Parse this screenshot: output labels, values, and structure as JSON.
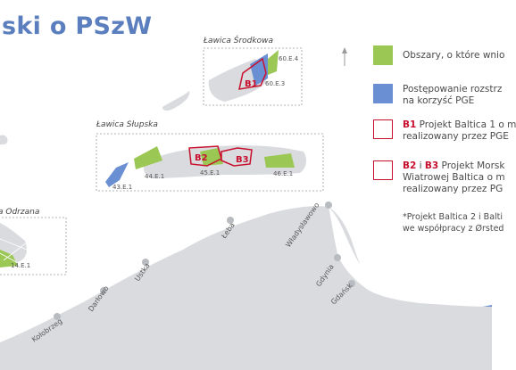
{
  "title": "ski o PSzW",
  "colors": {
    "green": "#9bc754",
    "blue": "#6b8fd3",
    "red": "#c8102e",
    "land": "#d9dbde",
    "title": "#5b7fbe"
  },
  "areas": {
    "lawica_srodkowa": "Ławica Środkowa",
    "lawica_slupska": "Ławica Słupska",
    "lawica_odrzana": "a Odrzana"
  },
  "blocks": {
    "b_60e4": "60.E.4",
    "b_60e3": "60.E.3",
    "b_44e1": "44.E.1",
    "b_43e1": "43.E.1",
    "b_45e1": "45.E.1",
    "b_46e1": "46.E.1",
    "b_14e1": "14.E.1"
  },
  "projects": {
    "b1": "B1",
    "b2": "B2",
    "b3": "B3"
  },
  "cities": {
    "kolobrzeg": "Kołobrzeg",
    "darlowo": "Darłowo",
    "ustka": "Ustka",
    "leba": "Łeba",
    "wladyslawowo": "Władysławowo",
    "gdynia": "Gdynia",
    "gdansk": "Gdańsk"
  },
  "legend": {
    "item1": "Obszary, o które wnio",
    "item2_line1": "Postępowanie rozstrz",
    "item2_line2": "na korzyść PGE",
    "item3_code": "B1",
    "item3_line1": " Projekt Baltica 1 o m",
    "item3_line2": "realizowany przez PGE",
    "item4_code_a": "B2",
    "item4_mid": " i ",
    "item4_code_b": "B3",
    "item4_line1": " Projekt Morsk",
    "item4_line2": "Wiatrowej Baltica o m",
    "item4_line3": "realizowany przez PG"
  },
  "note": {
    "line1": "*Projekt Baltica 2 i Balti",
    "line2": "we współpracy z Ørsted"
  },
  "icons": {
    "north_arrow": "north-arrow-icon",
    "city_marker": "city-dot-icon"
  }
}
